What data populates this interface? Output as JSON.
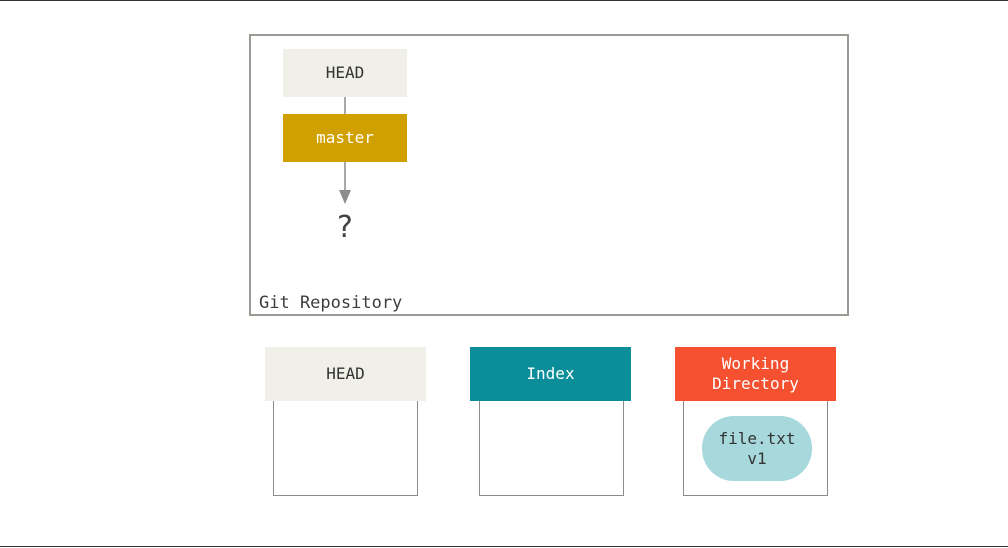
{
  "repository": {
    "label": "Git Repository",
    "head_ref": "HEAD",
    "branch_ref": "master",
    "commit_placeholder": "?"
  },
  "areas": [
    {
      "id": "head",
      "title": "HEAD",
      "color": "#f0efe8"
    },
    {
      "id": "index",
      "title": "Index",
      "color": "#0b8e99"
    },
    {
      "id": "working_directory",
      "title": "Working\nDirectory",
      "color": "#f55030"
    }
  ],
  "working_directory_files": [
    {
      "name": "file.txt",
      "version": "v1"
    }
  ],
  "colors": {
    "head": "#f0efe8",
    "branch": "#d0a000",
    "index": "#0b8e99",
    "working_directory": "#f55030",
    "file_blob": "#a6d8dc",
    "connector": "#8c8c8a"
  }
}
